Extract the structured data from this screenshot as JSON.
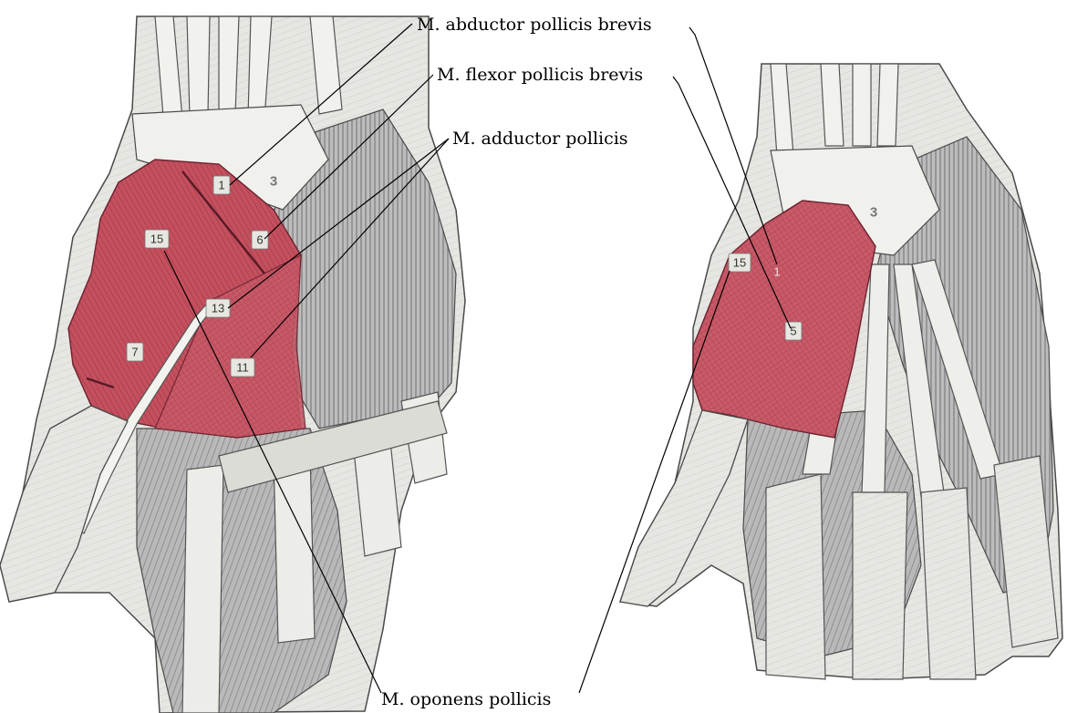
{
  "labels": {
    "abductor": "M. abductor pollicis brevis",
    "flexor": "M. flexor pollicis brevis",
    "adductor": "M. adductor pollicis",
    "oponens": "M. oponens pollicis"
  },
  "left_hand": {
    "numbers": {
      "n1": "1",
      "n3": "3",
      "n6": "6",
      "n15": "15",
      "n13": "13",
      "n7": "7",
      "n11": "11"
    }
  },
  "right_hand": {
    "numbers": {
      "n3": "3",
      "n15": "15",
      "n1": "1",
      "n5": "5"
    }
  },
  "colors": {
    "muscle_highlight": "#c4505e",
    "muscle_gray": "#a9a9a9",
    "tendon": "#e9e9e4",
    "outline": "#4a4a4a"
  }
}
